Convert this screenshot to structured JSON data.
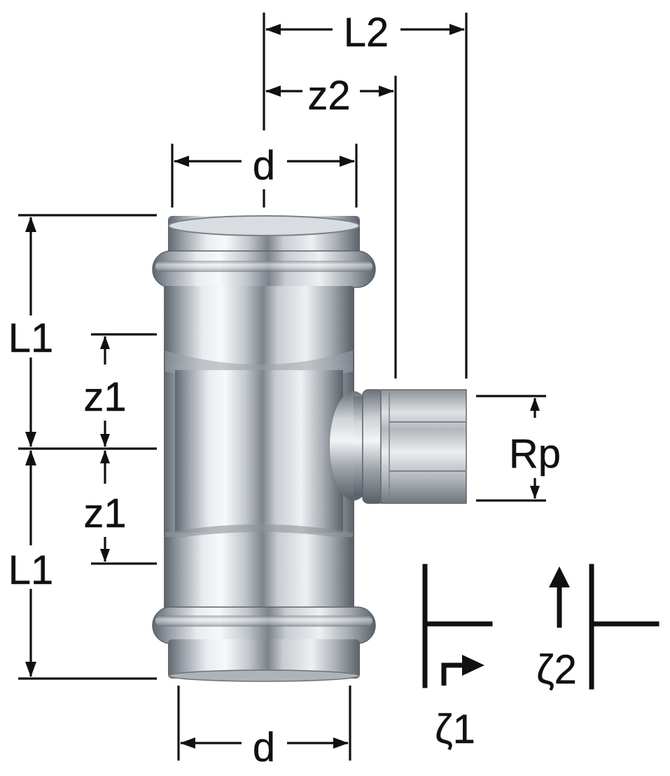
{
  "labels": {
    "L2": "L2",
    "z2": "z2",
    "d_top": "d",
    "d_bottom": "d",
    "L1_upper": "L1",
    "L1_lower": "L1",
    "z1_upper": "z1",
    "z1_lower": "z1",
    "Rp": "Rp",
    "zeta1": "ζ1",
    "zeta2": "ζ2"
  },
  "colors": {
    "ink": "#111111",
    "steel_light": "#f2f4f6",
    "steel_mid": "#b9bec4",
    "steel_dark": "#6c737b",
    "steel_edge": "#4a5057"
  }
}
